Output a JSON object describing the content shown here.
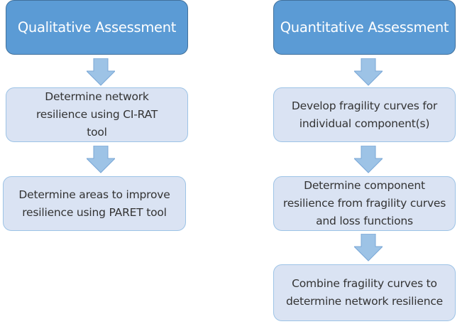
{
  "diagram": {
    "colors": {
      "header_fill": "#5b9bd5",
      "header_border": "#41719c",
      "header_text": "#ffffff",
      "step_fill": "#dae3f3",
      "step_border": "#9dc3e6",
      "step_text": "#333333",
      "arrow_fill": "#9dc3e6",
      "arrow_stroke": "#7aa7d6"
    },
    "left_column": {
      "header": "Qualitative Assessment",
      "steps": [
        "Determine network resilience using CI-RAT tool",
        "Determine areas to improve resilience using PARET tool"
      ]
    },
    "right_column": {
      "header": "Quantitative Assessment",
      "steps": [
        "Develop fragility curves for individual component(s)",
        "Determine component resilience from fragility curves and loss functions",
        "Combine fragility curves to determine network resilience"
      ]
    },
    "connector_icon": "down-arrow-icon"
  }
}
